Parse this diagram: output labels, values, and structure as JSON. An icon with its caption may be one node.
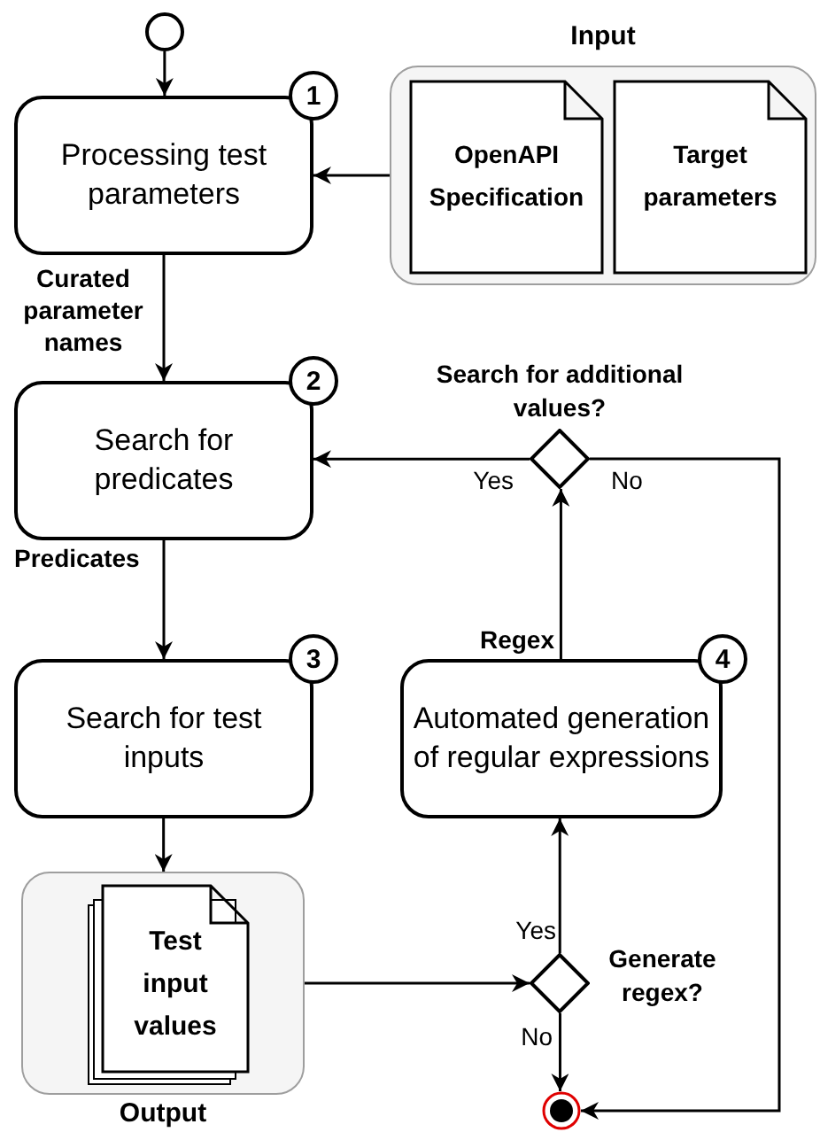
{
  "diagram": {
    "nodes": [
      {
        "text": [],
        "shape": "circle"
      },
      {
        "text": [
          "Processing test parameters"
        ]
      },
      {
        "text": [
          "1"
        ]
      },
      {
        "text": [
          "Input"
        ]
      },
      {
        "text": [
          "OpenAPI Specification"
        ],
        "in": 3
      },
      {
        "text": [
          "Target parameters"
        ],
        "in": 3
      },
      {
        "text": [
          "Search for predicates"
        ]
      },
      {
        "text": [
          "2"
        ]
      },
      {
        "text": [
          "Search for additional values?"
        ]
      },
      {
        "text": [
          "Search for test inputs"
        ]
      },
      {
        "text": [
          "3"
        ]
      },
      {
        "text": [
          "Automated generation of regular expressions"
        ]
      },
      {
        "text": [
          "4"
        ]
      },
      {
        "text": [
          "Output"
        ]
      },
      {
        "text": [
          "Test input values"
        ],
        "in": 13
      },
      {
        "text": [
          "Generate regex?"
        ]
      },
      {
        "text": [],
        "shape": "circle"
      }
    ],
    "edges": [
      {
        "from": 0,
        "to": 1,
        "arrow": "to"
      },
      {
        "from": 3,
        "to": 1,
        "arrow": "to"
      },
      {
        "from": 1,
        "to": 6,
        "arrow": "to",
        "label": "Curated parameter names"
      },
      {
        "from": 6,
        "to": 9,
        "arrow": "to",
        "label": "Predicates"
      },
      {
        "from": 9,
        "to": 13,
        "arrow": "to"
      },
      {
        "from": 13,
        "to": 15,
        "arrow": "to"
      },
      {
        "from": 15,
        "to": 11,
        "arrow": "to",
        "label": "Yes"
      },
      {
        "from": 15,
        "to": 16,
        "arrow": "to",
        "label": "No"
      },
      {
        "from": 11,
        "to": 8,
        "arrow": "to",
        "label": "Regex"
      },
      {
        "from": 8,
        "to": 6,
        "arrow": "to",
        "label": "Yes"
      },
      {
        "from": 8,
        "to": 16,
        "arrow": "to",
        "label": "No"
      }
    ]
  }
}
